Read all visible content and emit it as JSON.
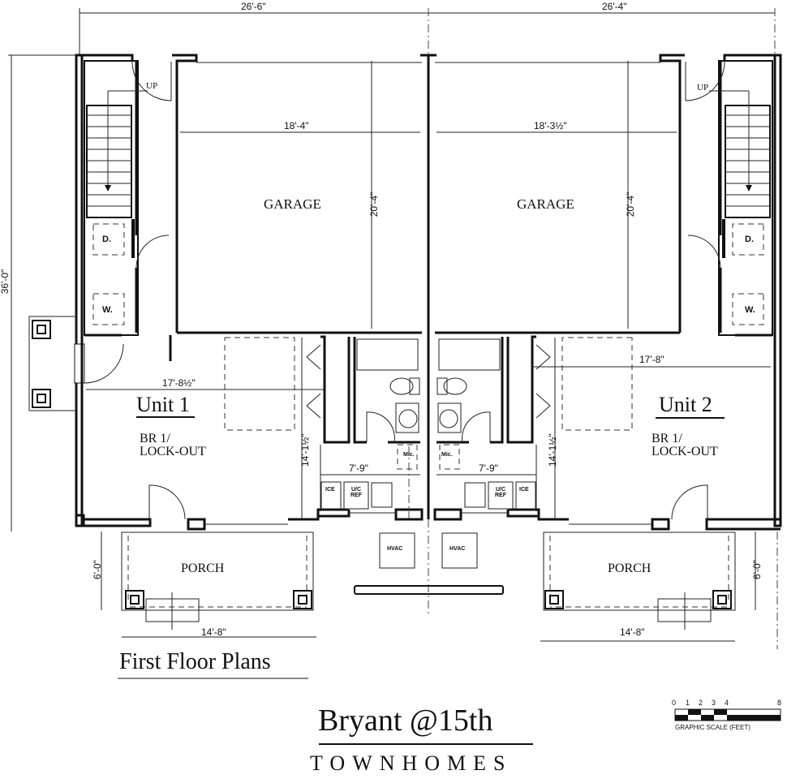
{
  "dimensions": {
    "overall_width_unit1": "26'-6\"",
    "overall_width_unit2": "26'-4\"",
    "overall_depth": "36'-0\"",
    "garage1_width": "18'-4\"",
    "garage1_depth": "20'-4\"",
    "garage2_width": "18'-3½\"",
    "garage2_depth": "20'-4\"",
    "br1_width": "17'-8½\"",
    "br2_width": "17'-8\"",
    "br1_depth": "14'-1½\"",
    "br2_depth": "14'-1½\"",
    "kitchen1_width": "7'-9\"",
    "kitchen2_width": "7'-9\"",
    "porch1_width": "14'-8\"",
    "porch2_width": "14'-8\"",
    "porch1_depth": "6'-0\"",
    "porch2_depth": "6'-0\""
  },
  "rooms": {
    "garage1": "GARAGE",
    "garage2": "GARAGE",
    "unit1_title": "Unit 1",
    "unit2_title": "Unit 2",
    "br1_line1": "BR 1/",
    "br1_line2": "LOCK-OUT",
    "br2_line1": "BR 1/",
    "br2_line2": "LOCK-OUT",
    "porch1": "PORCH",
    "porch2": "PORCH",
    "stair1": "UP",
    "stair2": "UP",
    "dryer1": "D.",
    "washer1": "W.",
    "dryer2": "D.",
    "washer2": "W.",
    "mic1": "Mic.",
    "mic2": "Mic.",
    "ice1": "ICE",
    "ice2": "ICE",
    "ref1": "U/C REF",
    "ref2": "U/C REF",
    "hvac1": "HVAC",
    "hvac2": "HVAC"
  },
  "titles": {
    "plan_title": "First Floor Plans",
    "project_name": "Bryant @15th",
    "project_type": "TOWNHOMES"
  },
  "scale": {
    "ticks": [
      "0",
      "1",
      "2",
      "3",
      "4",
      "8"
    ],
    "caption": "GRAPHIC SCALE (FEET)"
  }
}
